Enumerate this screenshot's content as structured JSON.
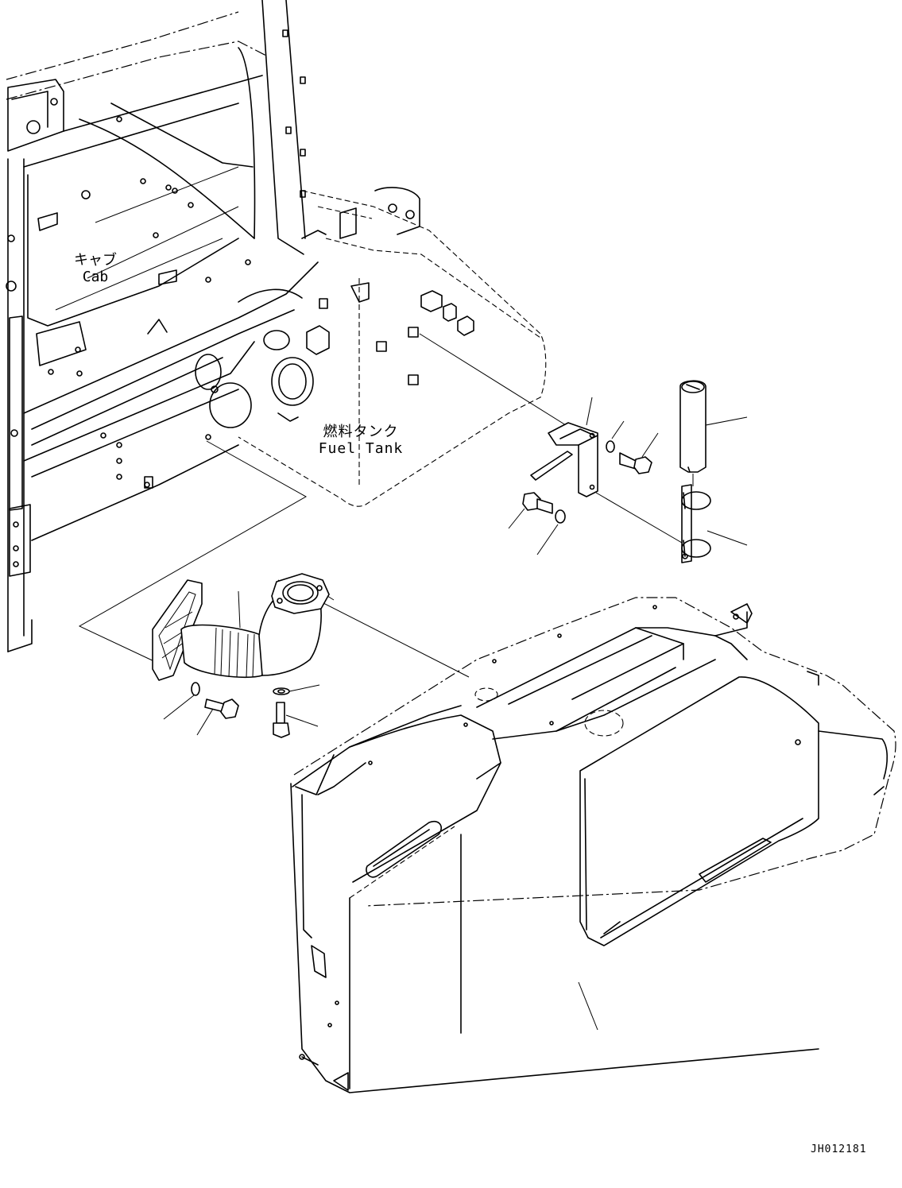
{
  "labels": {
    "cab_jp": "キャブ",
    "cab_en": "Cab",
    "tank_jp": "燃料タンク",
    "tank_en": "Fuel Tank",
    "drawing_code": "JH012181"
  },
  "colors": {
    "line": "#000000",
    "background": "#ffffff"
  }
}
